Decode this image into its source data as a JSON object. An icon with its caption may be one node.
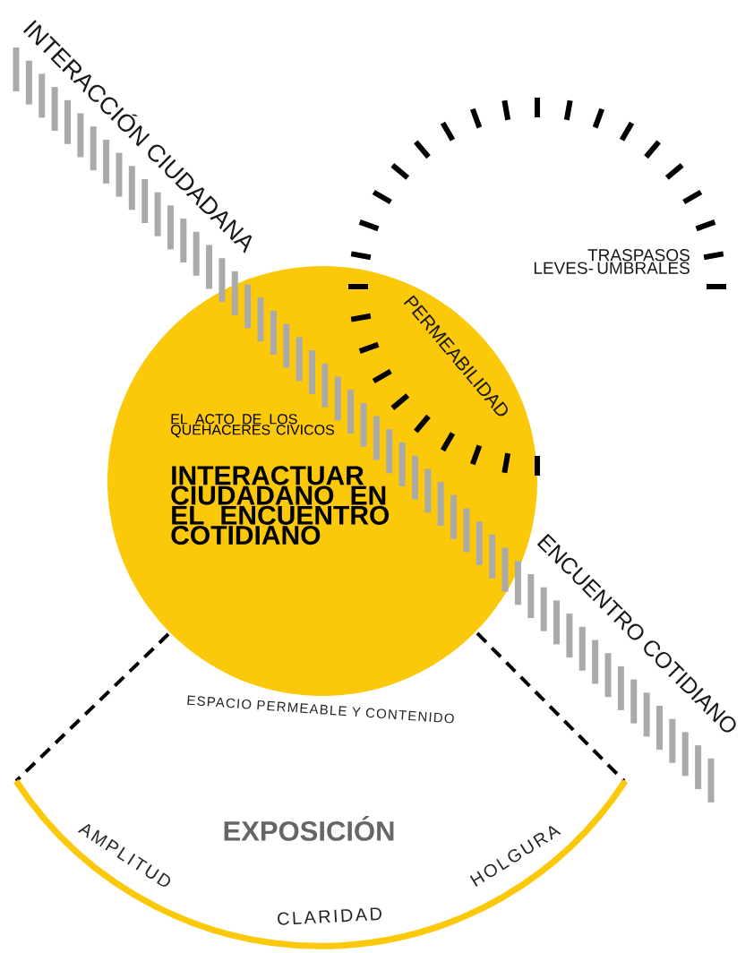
{
  "diagram": {
    "nodes": [
      {
        "text": [
          "EL ACTO DE LOS QUEHACERES CIVICOS",
          "INTERACTUAR CIUDADANO EN EL ENCUENTRO COTIDIANO"
        ]
      },
      {
        "text": [
          "ESPACIO PERMEABLE Y CONTENIDO",
          "EXPOSICIÓN",
          "AMPLITUD",
          "CLARIDAD",
          "HOLGURA"
        ]
      }
    ],
    "labels": [
      "INTERACCIÓN CIUDADANA",
      "TRASPASOS LEVES- UMBRALES",
      "PERMEABILIDAD",
      "ENCUENTRO COTIDIANO"
    ]
  }
}
